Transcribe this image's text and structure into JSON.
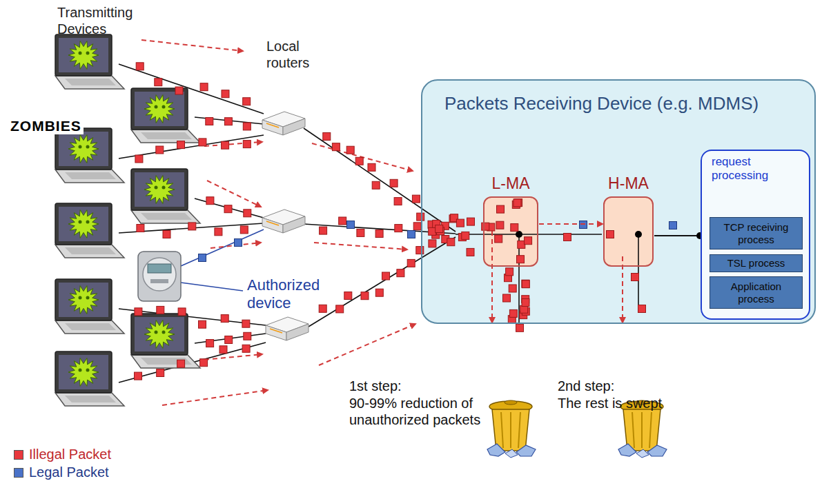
{
  "diagram": {
    "nodes": [
      {
        "text": [
          "Packets Receiving Device (e.g. MDMS)"
        ]
      },
      {
        "text": [
          "L-MA"
        ],
        "in": 0
      },
      {
        "text": [
          "H-MA"
        ],
        "in": 0
      },
      {
        "text": [
          "request processing"
        ],
        "in": 0
      },
      {
        "text": [
          "TCP receiving process"
        ],
        "in": 3
      },
      {
        "text": [
          "TSL process"
        ],
        "in": 3
      },
      {
        "text": [
          "Application process"
        ],
        "in": 3
      }
    ],
    "edges": [
      {
        "from": 1,
        "to": 2,
        "arrow": "to"
      },
      {
        "from": 2,
        "to": 3,
        "arrow": "none"
      }
    ],
    "labels": [
      "Transmitting Devices",
      "Local routers",
      "ZOMBIES",
      "Authorized device",
      "1st step:",
      "90-99% reduction of unauthorized packets",
      "2nd step:",
      "The rest is swept"
    ],
    "legend": [
      {
        "text": "Illegal Packet",
        "color": "#e8383d"
      },
      {
        "text": "Legal Packet",
        "color": "#4a72c8"
      }
    ]
  }
}
